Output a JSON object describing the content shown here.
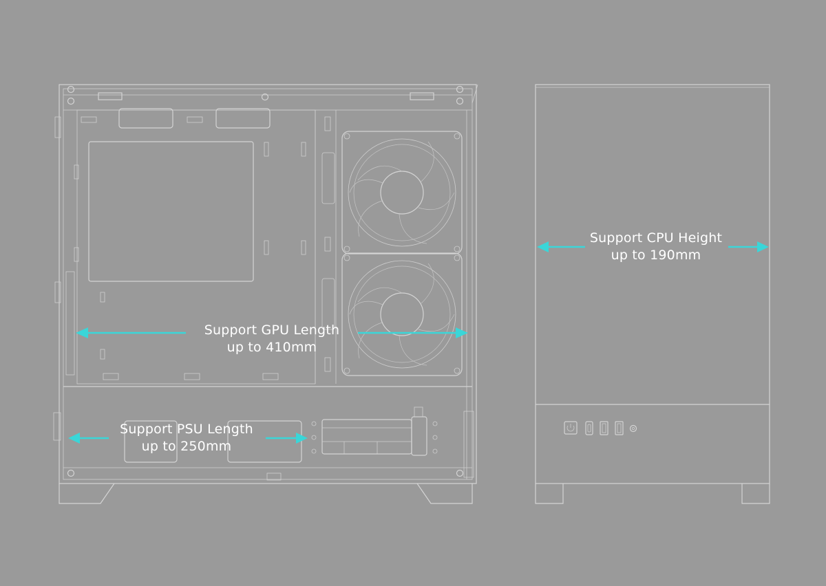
{
  "annotations": {
    "gpu": {
      "line1": "Support GPU Length",
      "line2": "up to 410mm"
    },
    "psu": {
      "line1": "Support PSU Length",
      "line2": "up to 250mm"
    },
    "cpu": {
      "line1": "Support CPU Height",
      "line2": "up to 190mm"
    }
  },
  "colors": {
    "background": "#9a9a9a",
    "line_art": "#d4d4d4",
    "arrow": "#3ad6d8",
    "text": "#ffffff"
  },
  "icons": [
    "power-button-icon",
    "usb-port-icon",
    "usb-c-port-icon",
    "audio-jack-icon",
    "case-fan-icon"
  ]
}
